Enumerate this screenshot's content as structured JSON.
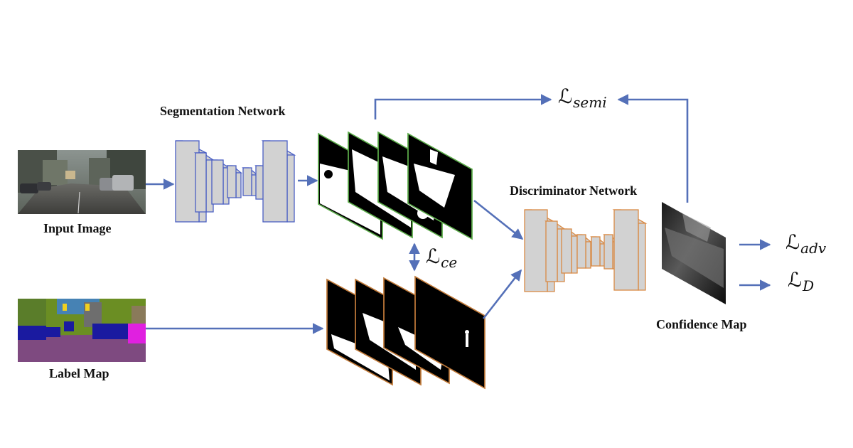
{
  "labels": {
    "segmentation_network": "Segmentation Network",
    "discriminator_network": "Discriminator Network",
    "input_image": "Input Image",
    "label_map": "Label Map",
    "confidence_map": "Confidence Map"
  },
  "losses": {
    "semi": {
      "symbol": "ℒ",
      "subscript": "semi"
    },
    "ce": {
      "symbol": "ℒ",
      "subscript": "ce"
    },
    "adv": {
      "symbol": "ℒ",
      "subscript": "adv"
    },
    "d": {
      "symbol": "ℒ",
      "subscript": "D"
    }
  },
  "colors": {
    "arrow": "#5470b8",
    "segmentation_outline": "#4a5fc4",
    "discriminator_outline": "#d98a45",
    "prediction_frame": "#5cab4a",
    "label_frame": "#c07a3a",
    "block_fill": "#d2d2d2"
  }
}
